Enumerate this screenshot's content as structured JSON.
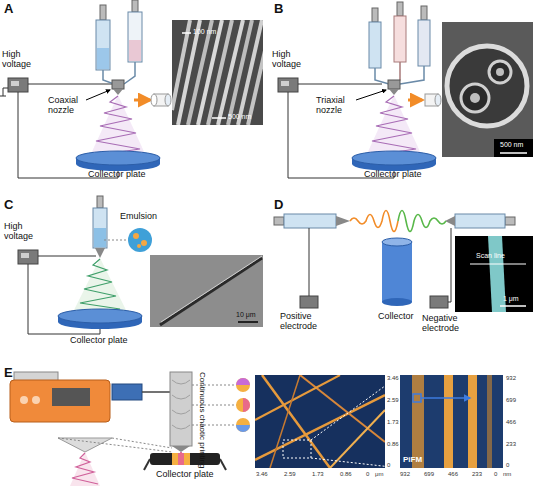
{
  "diagram": {
    "labels": [
      "A",
      "High voltage",
      "Coaxial nozzle",
      "Collector plate",
      "100 nm",
      "500 nm",
      "B",
      "High voltage",
      "Triaxial nozzle",
      "Collector plate",
      "500 nm",
      "C",
      "High voltage",
      "Emulsion",
      "10 μm",
      "Collector plate",
      "D",
      "Positive electrode",
      "Collector",
      "Negative electrode",
      "Scan line",
      "1 μm",
      "E",
      "Continuous chaotic printing",
      "Collector plate",
      "3.46",
      "2.59",
      "1.73",
      "0.86",
      "0",
      "3.46",
      "2.59",
      "1.73",
      "0.86",
      "0",
      "μm",
      "932",
      "699",
      "466",
      "233",
      "0",
      "932",
      "699",
      "466",
      "233",
      "0",
      "nm",
      "PiFM"
    ]
  }
}
